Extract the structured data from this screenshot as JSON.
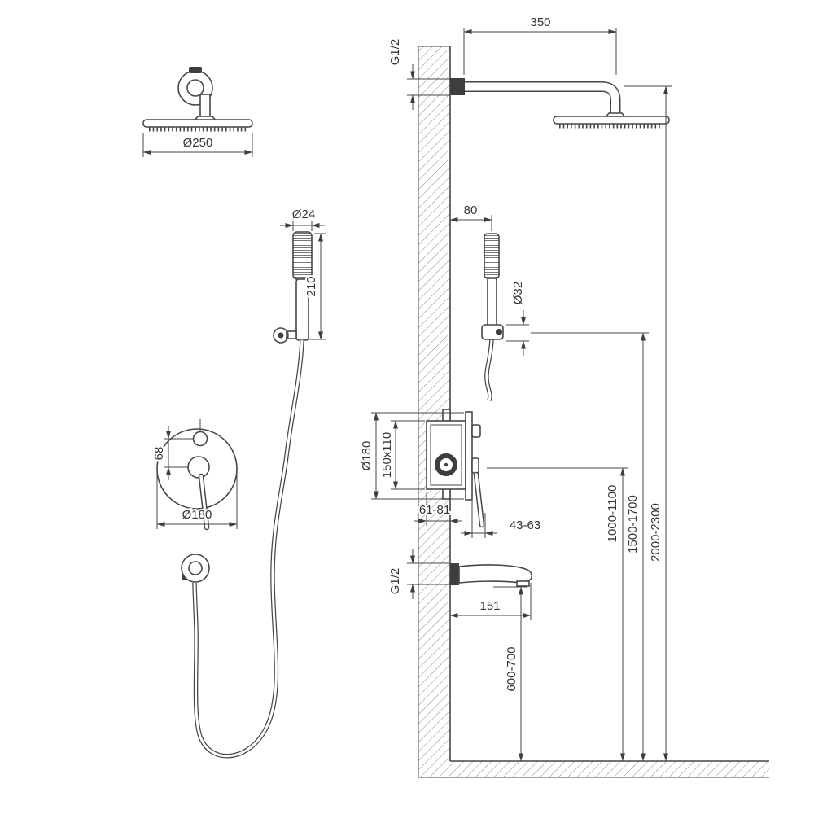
{
  "page": {
    "background": "#ffffff",
    "line_color": "#474747",
    "fill_dark": "#3e3e3e"
  },
  "dims": {
    "overhead_diameter": "Ø250",
    "handshower_diameter": "Ø24",
    "handshower_length": "210",
    "mixer_handle_spacing": "68",
    "mixer_plate_diameter": "Ø180",
    "arm_length": "350",
    "arm_thread": "G1/2",
    "holder_offset": "80",
    "holder_diameter": "Ø32",
    "valve_plate_diameter": "Ø180",
    "valve_box_size": "150x110",
    "valve_depth": "61-81",
    "valve_trim_depth": "43-63",
    "spout_thread": "G1/2",
    "spout_length": "151",
    "spout_height": "600-700",
    "mixer_height": "1000-1100",
    "handshower_height": "1500-1700",
    "overhead_height": "2000-2300"
  }
}
